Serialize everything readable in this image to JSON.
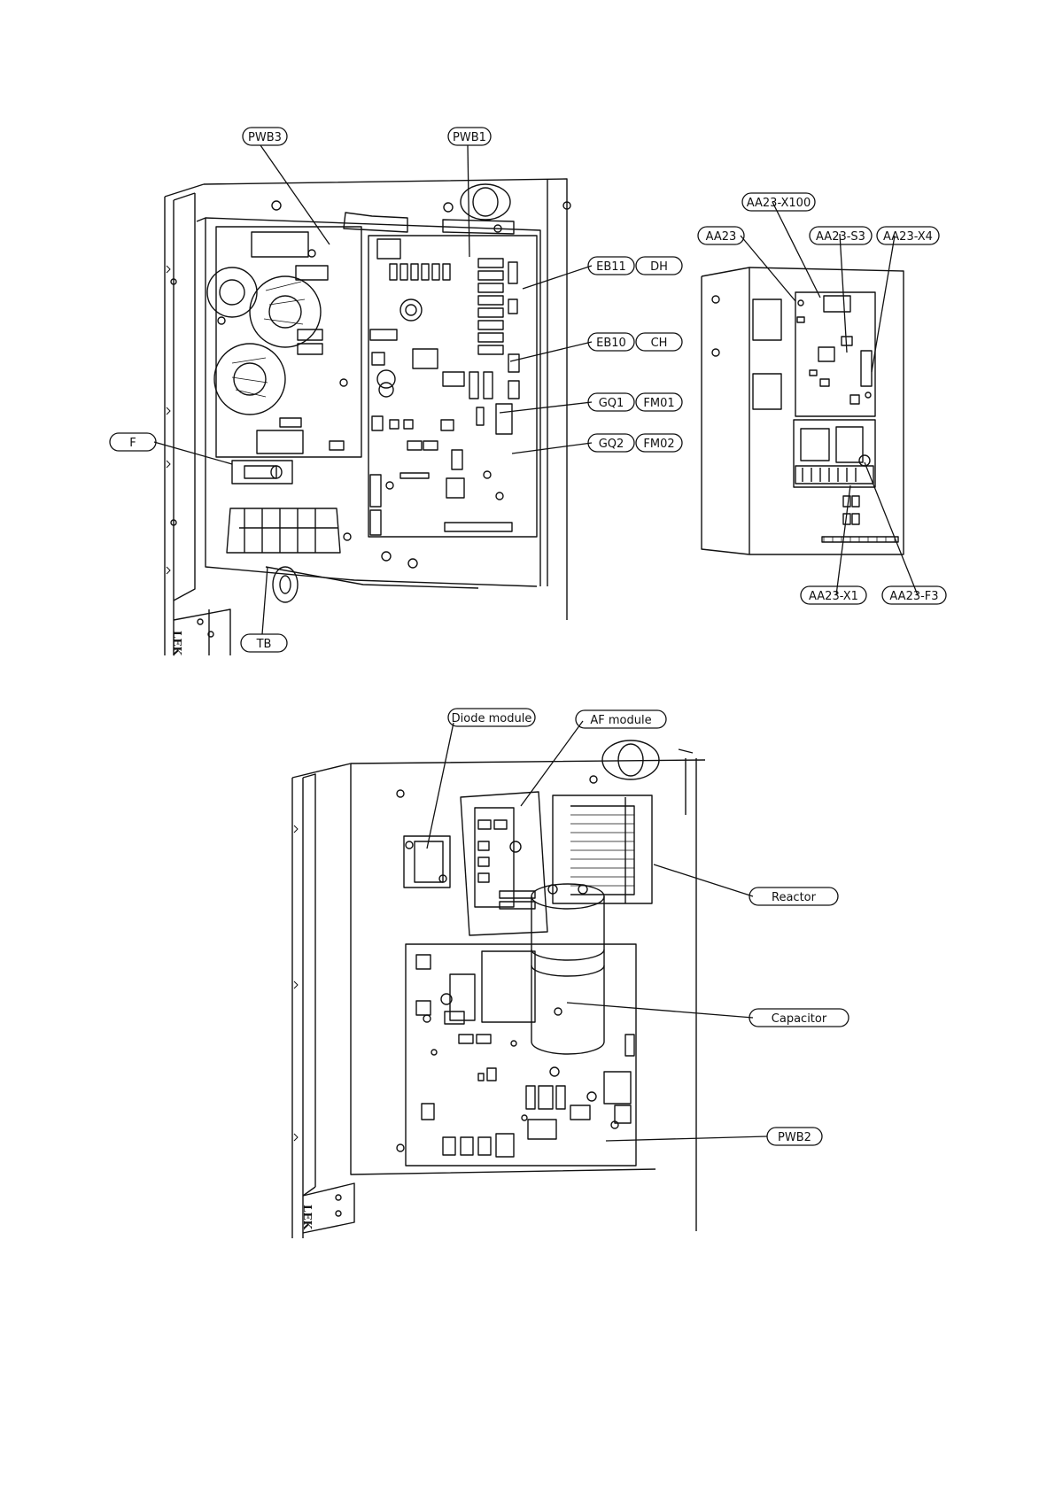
{
  "labels": {
    "pwb3": "PWB3",
    "pwb1": "PWB1",
    "eb11": "EB11",
    "dh": "DH",
    "eb10": "EB10",
    "ch": "CH",
    "gq1": "GQ1",
    "fm01": "FM01",
    "gq2": "GQ2",
    "fm02": "FM02",
    "f": "F",
    "tb": "TB",
    "aa23": "AA23",
    "aa23_x100": "AA23-X100",
    "aa23_s3": "AA23-S3",
    "aa23_x4": "AA23-X4",
    "aa23_x1": "AA23-X1",
    "aa23_f3": "AA23-F3",
    "diode_module": "Diode module",
    "af_module": "AF module",
    "reactor": "Reactor",
    "capacitor": "Capacitor",
    "pwb2": "PWB2"
  },
  "brand": {
    "top": "LEK",
    "bottom": "LEK"
  }
}
